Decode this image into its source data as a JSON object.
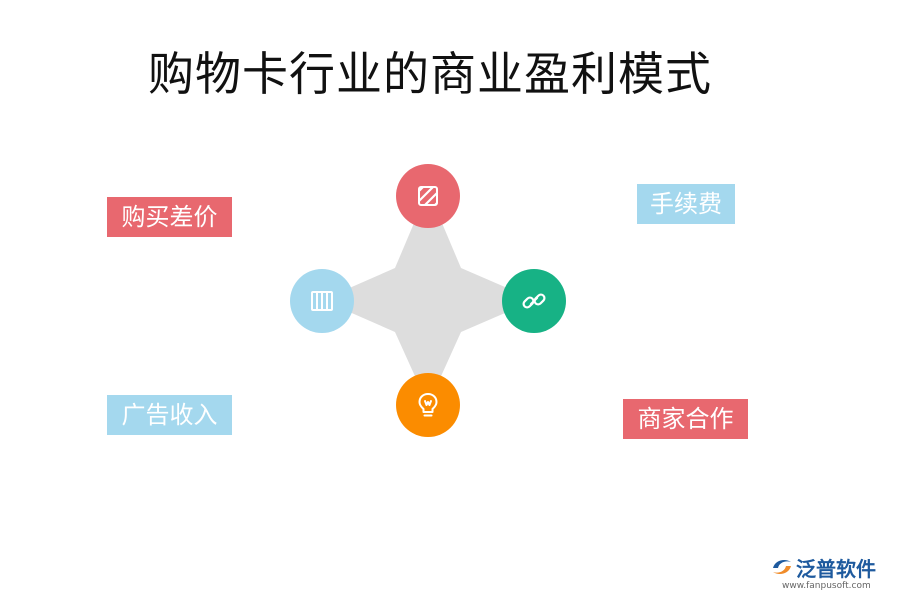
{
  "title": "购物卡行业的商业盈利模式",
  "labels": {
    "top_left": "购买差价",
    "top_right": "手续费",
    "bottom_left": "广告收入",
    "bottom_right": "商家合作"
  },
  "colors": {
    "red": "#e8686f",
    "light_blue": "#a4d8ee",
    "green": "#17b285",
    "orange": "#fb8c00",
    "star_gray": "#dddddd",
    "logo_blue": "#1e5a9e"
  },
  "icons": {
    "top": "striped-square-icon",
    "right": "link-chain-icon",
    "bottom": "lightbulb-icon",
    "left": "columns-icon"
  },
  "brand": {
    "name": "泛普软件",
    "url": "www.fanpusoft.com"
  }
}
